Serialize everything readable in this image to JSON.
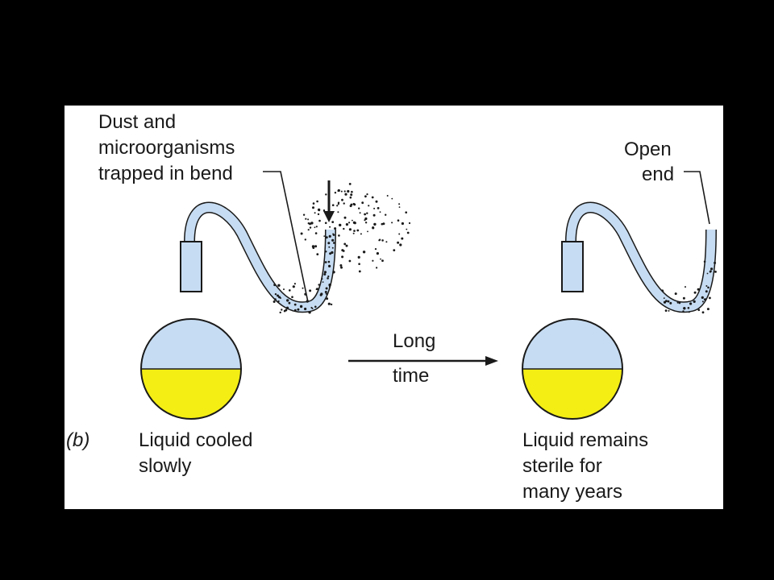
{
  "panel_letter": "(b)",
  "left_flask": {
    "annotation_lines": [
      "Dust and",
      "microorganisms",
      "trapped in bend"
    ],
    "caption_lines": [
      "Liquid cooled",
      "slowly"
    ]
  },
  "arrow": {
    "top": "Long",
    "bottom": "time"
  },
  "right_flask": {
    "annotation_lines": [
      "Open",
      "end"
    ],
    "caption_lines": [
      "Liquid remains",
      "sterile for",
      "many years"
    ]
  },
  "colors": {
    "background": "#000000",
    "panel": "#ffffff",
    "glass": "#c6dcf2",
    "liquid": "#f4ee14",
    "outline": "#1a1a1a"
  }
}
